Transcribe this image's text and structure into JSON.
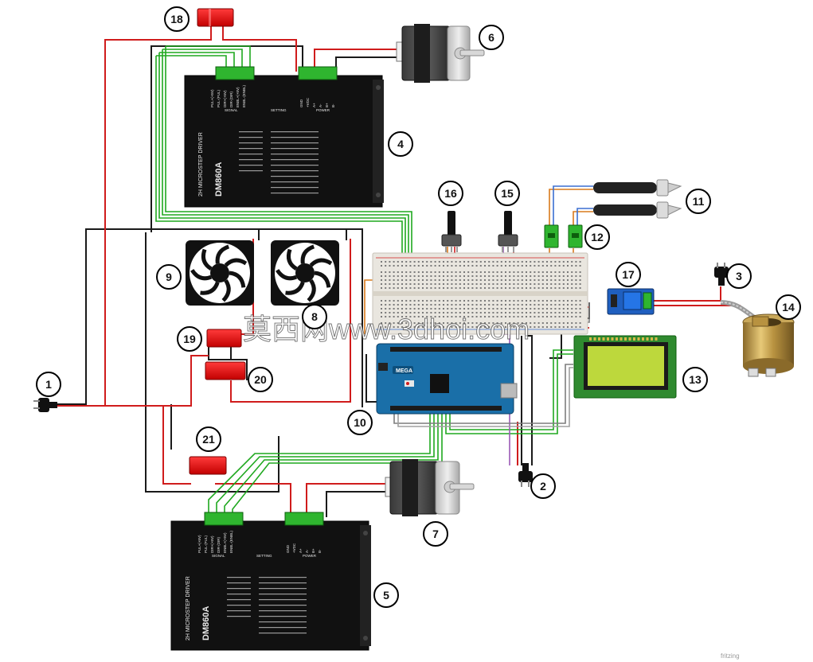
{
  "diagram": {
    "callouts": [
      {
        "id": "c1",
        "label": "1"
      },
      {
        "id": "c2",
        "label": "2"
      },
      {
        "id": "c3",
        "label": "3"
      },
      {
        "id": "c4",
        "label": "4"
      },
      {
        "id": "c5",
        "label": "5"
      },
      {
        "id": "c6",
        "label": "6"
      },
      {
        "id": "c7",
        "label": "7"
      },
      {
        "id": "c8",
        "label": "8"
      },
      {
        "id": "c9",
        "label": "9"
      },
      {
        "id": "c10",
        "label": "10"
      },
      {
        "id": "c11",
        "label": "11"
      },
      {
        "id": "c12",
        "label": "12"
      },
      {
        "id": "c13",
        "label": "13"
      },
      {
        "id": "c14",
        "label": "14"
      },
      {
        "id": "c15",
        "label": "15"
      },
      {
        "id": "c16",
        "label": "16"
      },
      {
        "id": "c17",
        "label": "17"
      },
      {
        "id": "c18",
        "label": "18"
      },
      {
        "id": "c19",
        "label": "19"
      },
      {
        "id": "c20",
        "label": "20"
      },
      {
        "id": "c21",
        "label": "21"
      }
    ],
    "driver": {
      "title": "2H MICROSTEP DRIVER",
      "model": "DM860A",
      "signal_header": "SIGNAL",
      "setting_header": "SETTING",
      "power_header": "POWER",
      "signal_pins": [
        "PUL+(+5V)",
        "PUL-(PUL)",
        "DIR+(+5V)",
        "DIR-(DIR)",
        "ENBL+(+5V)",
        "ENBL-(ENBL)"
      ],
      "power_pins": [
        "GND",
        "+VDC",
        "A+",
        "A-",
        "B+",
        "B-"
      ]
    },
    "arduino": {
      "brand": "MEGA"
    },
    "watermark": "莫西网www.3dhoi.com",
    "brand_mark": "fritzing"
  }
}
